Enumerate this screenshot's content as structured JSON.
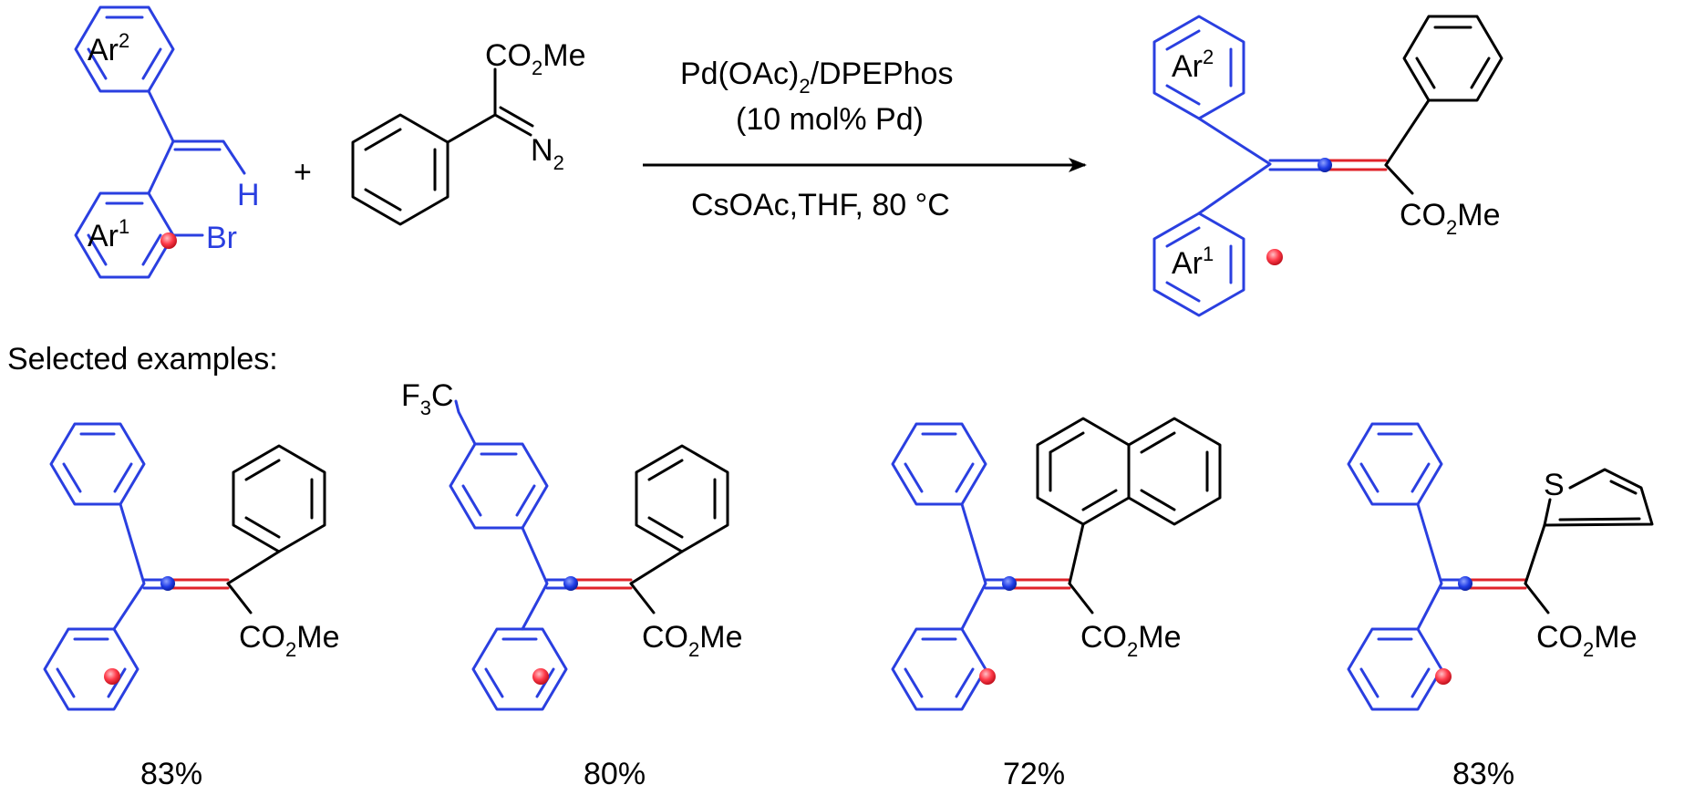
{
  "reaction": {
    "reagent_line1_main": "Pd(OAc)",
    "reagent_line1_sub": "2",
    "reagent_line1_tail": "/DPEPhos",
    "reagent_line2": "(10 mol% Pd)",
    "conditions": "CsOAc,THF, 80 °C",
    "plus": "+",
    "ar1_main": "Ar",
    "ar1_sup": "1",
    "ar2_main": "Ar",
    "ar2_sup": "2",
    "br_label": "Br",
    "h_label": "H",
    "n2_main": "N",
    "n2_sub": "2",
    "co2me_main": "CO",
    "co2me_sub": "2",
    "co2me_tail": "Me"
  },
  "examples_heading": "Selected examples:",
  "cf3_main": "F",
  "cf3_sub": "3",
  "cf3_tail": "C",
  "thiophene_s": "S",
  "examples": [
    {
      "yield": "83%"
    },
    {
      "yield": "80%"
    },
    {
      "yield": "72%"
    },
    {
      "yield": "83%"
    }
  ],
  "colors": {
    "scaffold": "#2a3fe0",
    "new_bond": "#e0232a",
    "substituent": "#000000",
    "dot_blue": "#1f3ce6",
    "dot_red": "#ff3b4a"
  }
}
